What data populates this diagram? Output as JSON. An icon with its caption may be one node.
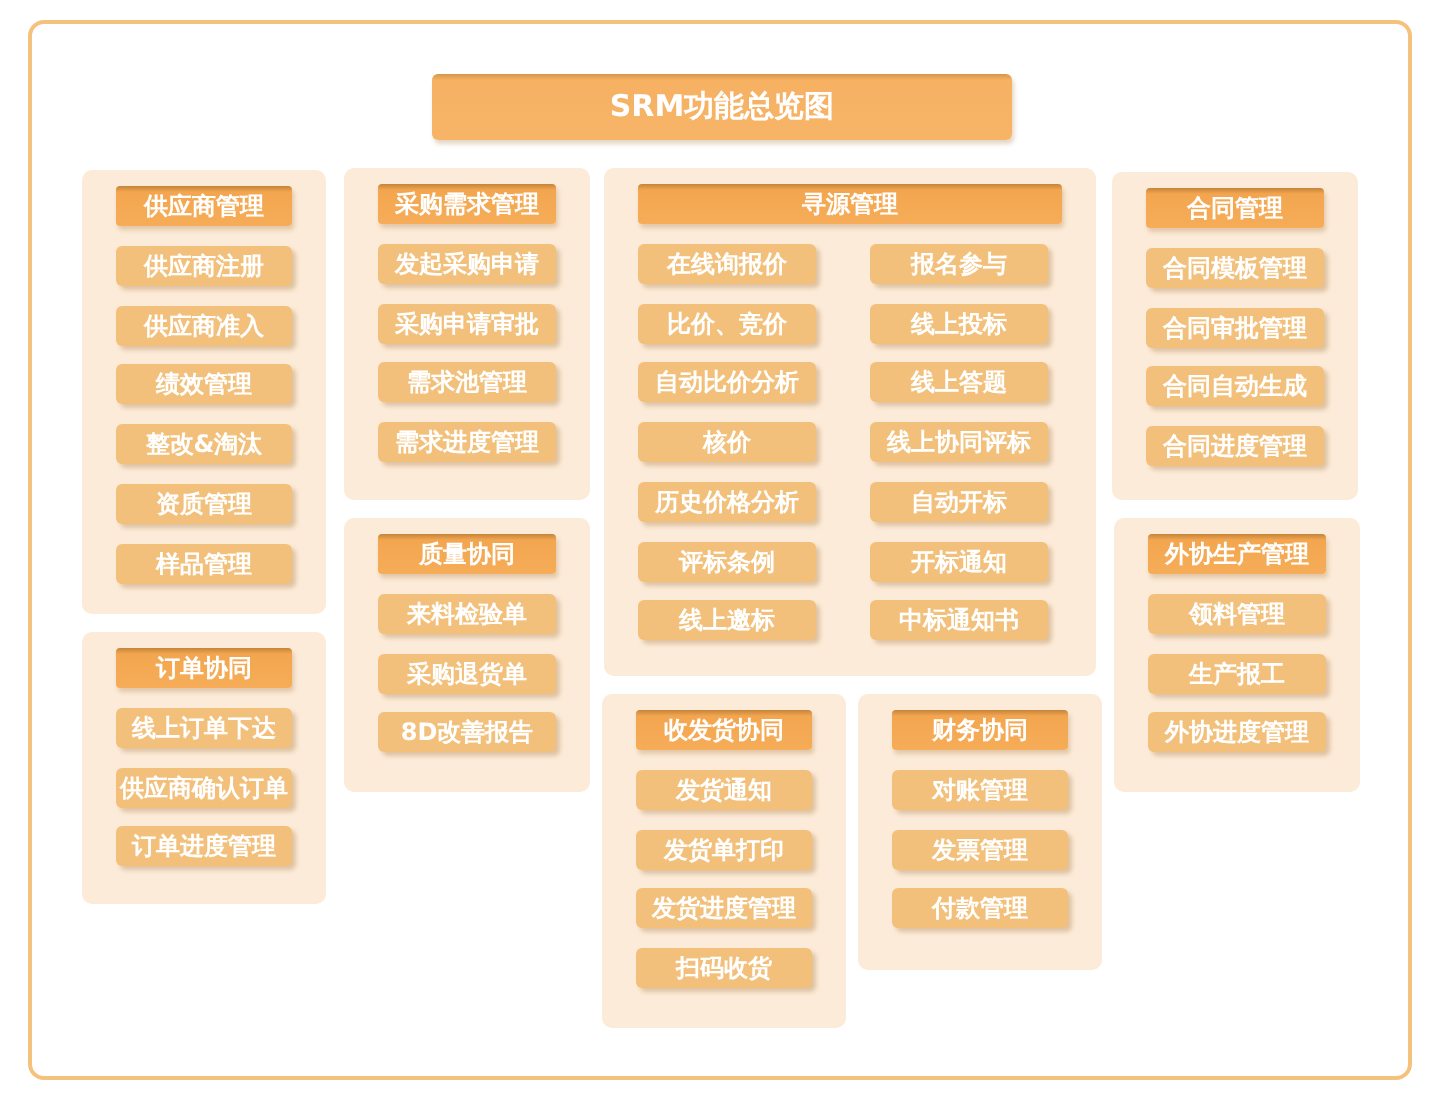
{
  "diagram": {
    "title": "SRM功能总览图",
    "nodes": [
      {
        "text": [
          "供应商管理"
        ]
      },
      {
        "text": [
          "供应商注册"
        ],
        "in": 0
      },
      {
        "text": [
          "供应商准入"
        ],
        "in": 0
      },
      {
        "text": [
          "绩效管理"
        ],
        "in": 0
      },
      {
        "text": [
          "整改&淘汰"
        ],
        "in": 0
      },
      {
        "text": [
          "资质管理"
        ],
        "in": 0
      },
      {
        "text": [
          "样品管理"
        ],
        "in": 0
      },
      {
        "text": [
          "采购需求管理"
        ]
      },
      {
        "text": [
          "发起采购申请"
        ],
        "in": 7
      },
      {
        "text": [
          "采购申请审批"
        ],
        "in": 7
      },
      {
        "text": [
          "需求池管理"
        ],
        "in": 7
      },
      {
        "text": [
          "需求进度管理"
        ],
        "in": 7
      },
      {
        "text": [
          "寻源管理"
        ]
      },
      {
        "text": [
          "在线询报价"
        ],
        "in": 12
      },
      {
        "text": [
          "报名参与"
        ],
        "in": 12
      },
      {
        "text": [
          "比价、竞价"
        ],
        "in": 12
      },
      {
        "text": [
          "线上投标"
        ],
        "in": 12
      },
      {
        "text": [
          "自动比价分析"
        ],
        "in": 12
      },
      {
        "text": [
          "线上答题"
        ],
        "in": 12
      },
      {
        "text": [
          "核价"
        ],
        "in": 12
      },
      {
        "text": [
          "线上协同评标"
        ],
        "in": 12
      },
      {
        "text": [
          "历史价格分析"
        ],
        "in": 12
      },
      {
        "text": [
          "自动开标"
        ],
        "in": 12
      },
      {
        "text": [
          "评标条例"
        ],
        "in": 12
      },
      {
        "text": [
          "开标通知"
        ],
        "in": 12
      },
      {
        "text": [
          "线上邀标"
        ],
        "in": 12
      },
      {
        "text": [
          "中标通知书"
        ],
        "in": 12
      },
      {
        "text": [
          "合同管理"
        ]
      },
      {
        "text": [
          "合同模板管理"
        ],
        "in": 27
      },
      {
        "text": [
          "合同审批管理"
        ],
        "in": 27
      },
      {
        "text": [
          "合同自动生成"
        ],
        "in": 27
      },
      {
        "text": [
          "合同进度管理"
        ],
        "in": 27
      },
      {
        "text": [
          "订单协同"
        ]
      },
      {
        "text": [
          "线上订单下达"
        ],
        "in": 32
      },
      {
        "text": [
          "供应商确认订单"
        ],
        "in": 32
      },
      {
        "text": [
          "订单进度管理"
        ],
        "in": 32
      },
      {
        "text": [
          "质量协同"
        ]
      },
      {
        "text": [
          "来料检验单"
        ],
        "in": 36
      },
      {
        "text": [
          "采购退货单"
        ],
        "in": 36
      },
      {
        "text": [
          "8D改善报告"
        ],
        "in": 36
      },
      {
        "text": [
          "收发货协同"
        ]
      },
      {
        "text": [
          "发货通知"
        ],
        "in": 40
      },
      {
        "text": [
          "发货单打印"
        ],
        "in": 40
      },
      {
        "text": [
          "发货进度管理"
        ],
        "in": 40
      },
      {
        "text": [
          "扫码收货"
        ],
        "in": 40
      },
      {
        "text": [
          "财务协同"
        ]
      },
      {
        "text": [
          "对账管理"
        ],
        "in": 45
      },
      {
        "text": [
          "发票管理"
        ],
        "in": 45
      },
      {
        "text": [
          "付款管理"
        ],
        "in": 45
      },
      {
        "text": [
          "外协生产管理"
        ]
      },
      {
        "text": [
          "领料管理"
        ],
        "in": 49
      },
      {
        "text": [
          "生产报工"
        ],
        "in": 49
      },
      {
        "text": [
          "外协进度管理"
        ],
        "in": 49
      }
    ]
  }
}
